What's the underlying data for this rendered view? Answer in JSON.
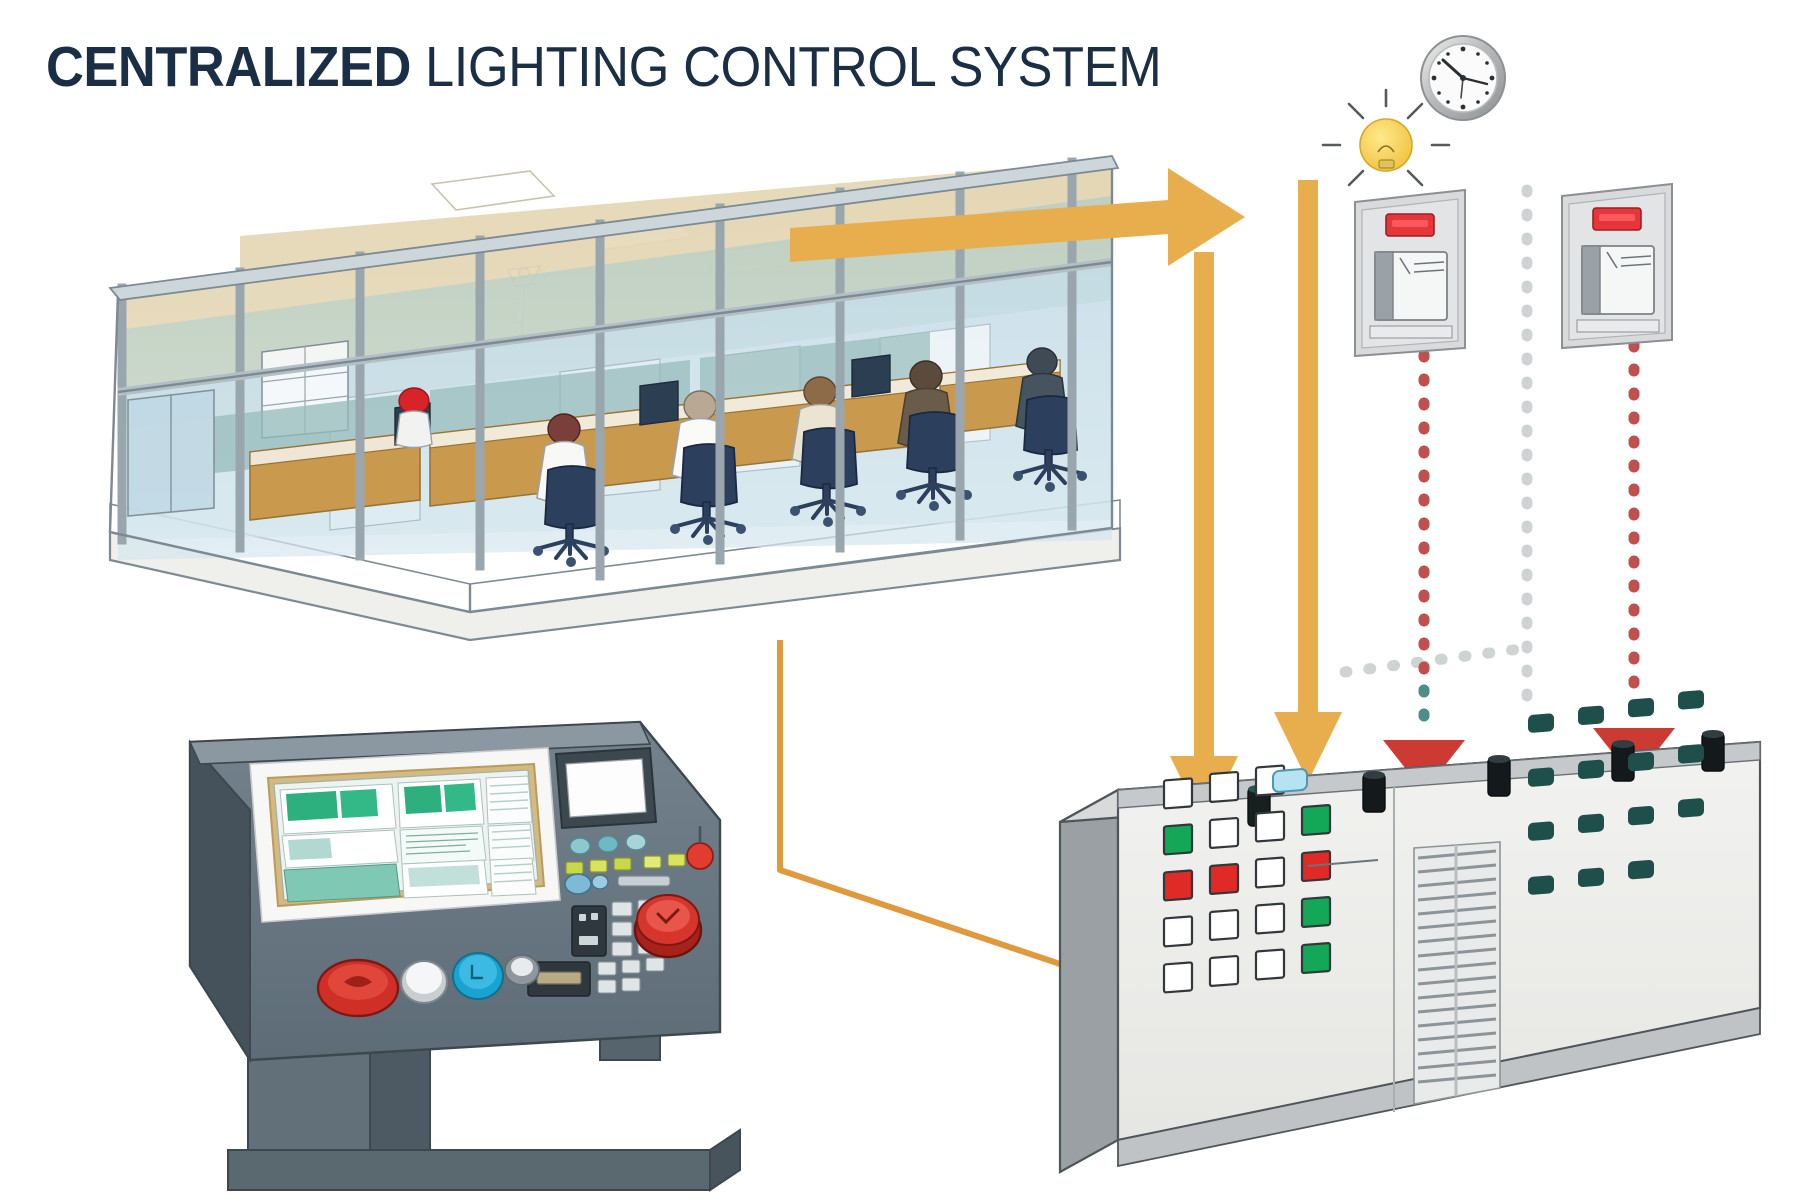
{
  "title": {
    "emphasis": "CENTRALIZED",
    "rest": " LIGHTING CONTROL SYSTEM",
    "color": "#1a2e45"
  },
  "palette": {
    "title_navy": "#1a2e45",
    "flow_arrow_orange": "#e8ae4e",
    "bus_line_orange": "#e09a3e",
    "signal_red": "#cb3a33",
    "signal_grey": "#cfd3d4",
    "signal_teal": "#4f8e86",
    "led_green": "#12a857",
    "led_red": "#e02a26",
    "led_white": "#ffffff",
    "terminal_teal": "#1f4f4a",
    "console_body": "#5d6c76",
    "cabinet_face": "#f2f2f0",
    "screen_green": "#16a76f",
    "bulb_yellow": "#eec13a"
  },
  "scene": {
    "building": {
      "name": "office-building",
      "type": "isometric-cutaway",
      "glass_bands": [
        "tan-ceiling",
        "teal-clerestory",
        "blue-glazing"
      ],
      "ceiling_light_panels": 3,
      "ceiling_sensor": "occupancy-sensor",
      "workstations": 5,
      "desk_monitors": 3,
      "workers": [
        {
          "id": "worker-red-cap",
          "head_color": "#d8232a",
          "shirt": "#f2f2f0"
        },
        {
          "id": "worker-1",
          "head_color": "#7a3f3a",
          "shirt": "#f8f8f6"
        },
        {
          "id": "worker-2",
          "head_color": "#b8a894",
          "shirt": "#fafaf8"
        },
        {
          "id": "worker-3",
          "head_color": "#8d6a48",
          "shirt": "#ece4d2"
        },
        {
          "id": "worker-4",
          "head_color": "#5c4a3c",
          "shirt": "#6a5c4a"
        },
        {
          "id": "worker-5",
          "head_color": "#3f4a55",
          "shirt": "#46545f"
        }
      ],
      "chair_color": "#2c405e",
      "desk_color": "#c99a4e"
    },
    "console": {
      "name": "operator-control-console",
      "screen": "scada-screen",
      "secondary_display": "status-display",
      "buttons": [
        {
          "name": "emergency-stop-button",
          "color": "#cf2f26",
          "shape": "oval"
        },
        {
          "name": "reset-button-white",
          "color": "#f4f6f7",
          "shape": "round"
        },
        {
          "name": "mode-button-blue",
          "color": "#1aa3d1",
          "shape": "round"
        },
        {
          "name": "indicator-button-grey",
          "color": "#8f979c",
          "shape": "round"
        },
        {
          "name": "estop-button-large",
          "color": "#d6352b",
          "shape": "round"
        }
      ],
      "round_button_count": 3,
      "indicator_lamp_count": 5,
      "keypad_keys": 9,
      "card_reader": true
    },
    "cabinet": {
      "name": "lighting-control-cabinet",
      "antenna_stubs": 5,
      "led_grid": {
        "rows": 5,
        "columns": 4,
        "states": [
          [
            "white",
            "white",
            "white",
            "off"
          ],
          [
            "green",
            "white",
            "white",
            "green"
          ],
          [
            "red",
            "red",
            "white",
            "red"
          ],
          [
            "white",
            "white",
            "white",
            "green"
          ],
          [
            "white",
            "white",
            "white",
            "green"
          ]
        ]
      },
      "slider_toggle": {
        "name": "cabinet-slider-toggle",
        "color": "#b5e3f2"
      },
      "ventilation_grille": {
        "louver_count": 17
      },
      "terminal_blocks": {
        "rows": 4,
        "per_row": 4,
        "color": "#1f4f4a"
      }
    },
    "devices": {
      "lightbulb": {
        "name": "lightbulb-icon",
        "state": "on",
        "color": "#eec13a"
      },
      "clock": {
        "name": "wall-clock",
        "type": "analog",
        "rim": "silver"
      },
      "wall_switches": [
        {
          "name": "wall-switch-plate-1",
          "indicator": "red",
          "type": "rocker"
        },
        {
          "name": "wall-switch-plate-2",
          "indicator": "red",
          "type": "rocker"
        }
      ]
    },
    "connections": [
      {
        "name": "flow-arrow-to-devices",
        "style": "solid-orange",
        "direction": "right"
      },
      {
        "name": "flow-arrow-down-left",
        "style": "solid-orange",
        "direction": "down"
      },
      {
        "name": "flow-arrow-down-right",
        "style": "solid-orange",
        "direction": "down"
      },
      {
        "name": "data-bus-connector-line",
        "style": "solid-orange",
        "from": "office-building",
        "to": "lighting-control-cabinet"
      },
      {
        "name": "control-signal-path-red-1",
        "style": "dotted-red",
        "direction": "down"
      },
      {
        "name": "control-signal-path-red-2",
        "style": "dotted-red",
        "direction": "down"
      },
      {
        "name": "wireless-signal-path-grey",
        "style": "dotted-grey",
        "direction": "down"
      },
      {
        "name": "wireless-signal-path-teal",
        "style": "dotted-teal",
        "direction": "down"
      }
    ]
  }
}
